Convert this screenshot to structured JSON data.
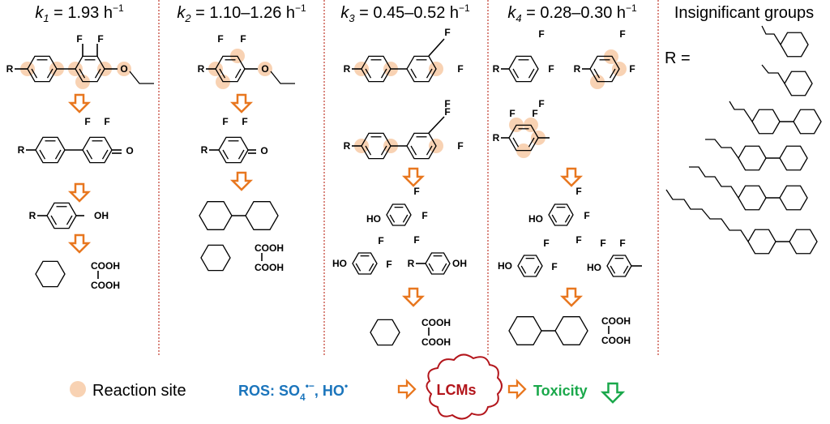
{
  "headers": [
    {
      "k": "k",
      "sub": "1",
      "value": " = 1.93 h",
      "exp": "−1"
    },
    {
      "k": "k",
      "sub": "2",
      "value": " = 1.10–1.26 h",
      "exp": "−1"
    },
    {
      "k": "k",
      "sub": "3",
      "value": " = 0.45–0.52 h",
      "exp": "−1"
    },
    {
      "k": "k",
      "sub": "4",
      "value": " = 0.28–0.30 h",
      "exp": "−1"
    }
  ],
  "insignificant": {
    "title": "Insignificant groups",
    "r_label": "R ="
  },
  "atoms": {
    "F": "F",
    "R": "R",
    "O": "O",
    "OH": "OH",
    "HO": "HO",
    "COOH": "COOH"
  },
  "legend": {
    "reaction_site": "Reaction site",
    "ros_prefix": "ROS: SO",
    "ros_sub": "4",
    "ros_sup": "•−",
    "ros_mid": ", HO",
    "ros_sup2": "•",
    "lcms": "LCMs",
    "toxicity": "Toxicity"
  },
  "colors": {
    "arrow": "#e8771f",
    "site": "#f6c7a0",
    "ros": "#1b75bc",
    "lcms": "#b3151b",
    "toxicity": "#1aa84b",
    "divider": "#c0392b"
  }
}
